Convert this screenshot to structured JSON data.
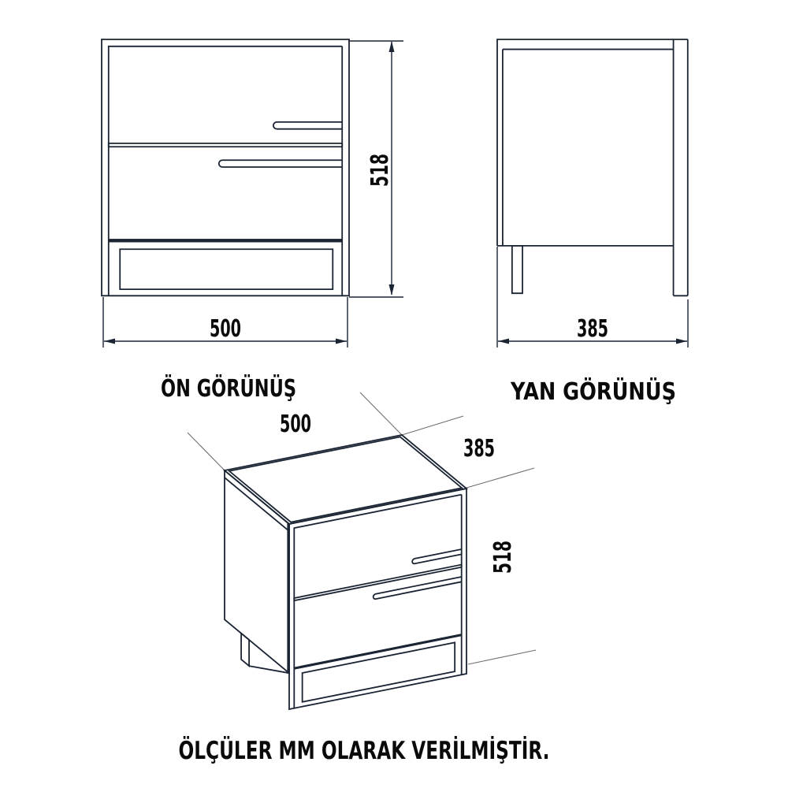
{
  "drawing": {
    "footnote": "ÖLÇÜLER MM OLARAK VERİLMİŞTİR.",
    "views": {
      "front": {
        "label": "ÖN GÖRÜNÜŞ",
        "width_mm": "500",
        "height_mm": "518"
      },
      "side": {
        "label": "YAN GÖRÜNÜŞ",
        "depth_mm": "385"
      },
      "isometric": {
        "width_mm": "500",
        "depth_mm": "385",
        "height_mm": "518"
      }
    },
    "units": "mm",
    "colors": {
      "line": "#1b2433",
      "extension_line": "#6e6e6e",
      "text": "#0a0a0a",
      "background": "#ffffff"
    }
  }
}
